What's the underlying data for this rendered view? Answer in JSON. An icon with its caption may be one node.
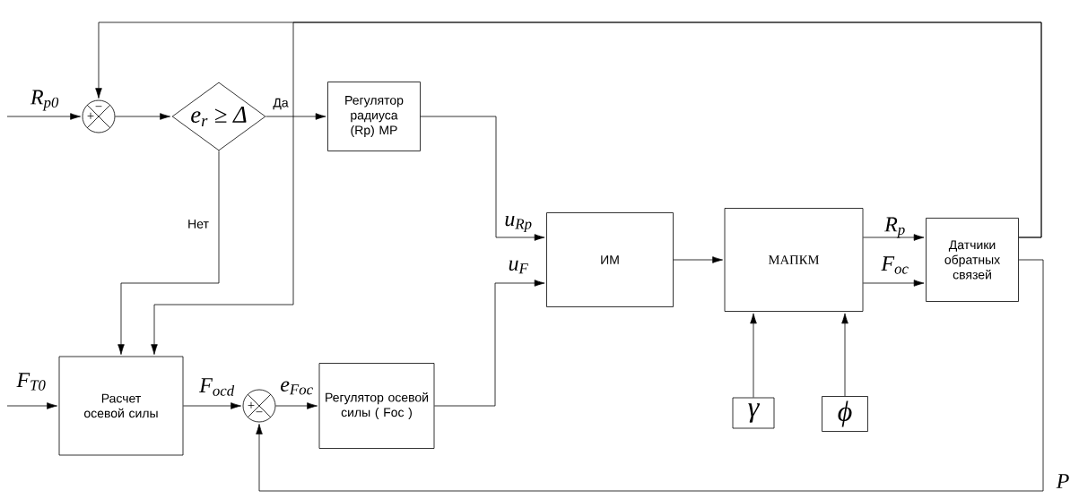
{
  "diagram": {
    "nodes": [
      {
        "text": [
          "+",
          "−"
        ]
      },
      {
        "text": [
          "e$_{r}$ ≥ Δ"
        ]
      },
      {
        "text": [
          "Регулятор радиуса (Rp) МР"
        ]
      },
      {
        "text": [
          "ИМ"
        ]
      },
      {
        "text": [
          "МАПКМ"
        ]
      },
      {
        "text": [
          "Датчики обратных связей"
        ]
      },
      {
        "text": [
          "Расчет осевой силы"
        ]
      },
      {
        "text": [
          "+",
          "−"
        ]
      },
      {
        "text": [
          "Регулятор осевой силы ( Foc )"
        ]
      },
      {
        "text": [
          "γ"
        ]
      },
      {
        "text": [
          "ϕ"
        ]
      }
    ],
    "edges": [
      {
        "from": null,
        "to": 0,
        "arrow": "to",
        "label": "R$_{р0}$"
      },
      {
        "from": 0,
        "to": 1,
        "arrow": "to"
      },
      {
        "from": 1,
        "to": 2,
        "arrow": "to",
        "label": "Да"
      },
      {
        "from": 1,
        "to": 6,
        "arrow": "to",
        "label": "Нет"
      },
      {
        "from": 2,
        "to": 3,
        "arrow": "to",
        "label": "u$_{Rр}$"
      },
      {
        "from": 8,
        "to": 3,
        "arrow": "to",
        "label": "u$_{F}$"
      },
      {
        "from": 3,
        "to": 4,
        "arrow": "to"
      },
      {
        "from": 4,
        "to": 5,
        "arrow": "to",
        "label": "R$_{р}$"
      },
      {
        "from": 4,
        "to": 5,
        "arrow": "to",
        "label": "F$_{oc}$"
      },
      {
        "from": 9,
        "to": 4,
        "arrow": "to"
      },
      {
        "from": 10,
        "to": 4,
        "arrow": "to"
      },
      {
        "from": 5,
        "to": 0,
        "arrow": "to"
      },
      {
        "from": 5,
        "to": 6,
        "arrow": "to"
      },
      {
        "from": null,
        "to": 6,
        "arrow": "to",
        "label": "F$_{T0}$"
      },
      {
        "from": 6,
        "to": 7,
        "arrow": "to",
        "label": "F$_{ocd}$"
      },
      {
        "from": 7,
        "to": 8,
        "arrow": "to",
        "label": "e$_{Foc}$"
      },
      {
        "from": 5,
        "to": 7,
        "arrow": "to",
        "label": "P"
      }
    ]
  }
}
